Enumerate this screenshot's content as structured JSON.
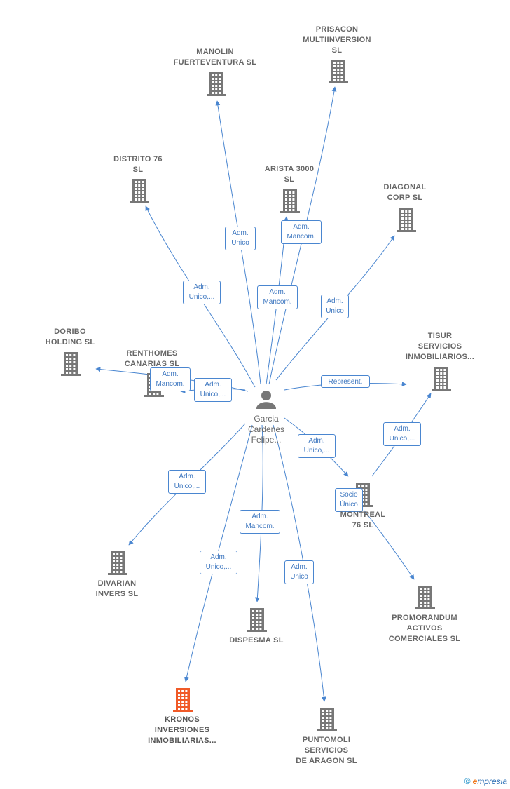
{
  "colors": {
    "edge": "#4a86d0",
    "node": "#777777",
    "highlight": "#f05a28",
    "label_text": "#666666"
  },
  "person": {
    "name": "Garcia\nCardenes\nFelipe...",
    "icon": "person-icon"
  },
  "companies": [
    {
      "id": "manolin",
      "label": "MANOLIN\nFUERTEVENTURA SL",
      "icon": "building-icon"
    },
    {
      "id": "prisacon",
      "label": "PRISACON\nMULTIINVERSION\nSL",
      "icon": "building-icon"
    },
    {
      "id": "distrito76",
      "label": "DISTRITO 76\nSL",
      "icon": "building-icon"
    },
    {
      "id": "arista3000",
      "label": "ARISTA 3000\nSL",
      "icon": "building-icon"
    },
    {
      "id": "diagonal",
      "label": "DIAGONAL\nCORP  SL",
      "icon": "building-icon"
    },
    {
      "id": "doribo",
      "label": "DORIBO\nHOLDING  SL",
      "icon": "building-icon"
    },
    {
      "id": "renthomes",
      "label": "RENTHOMES\nCANARIAS  SL",
      "icon": "building-icon"
    },
    {
      "id": "tisur",
      "label": "TISUR\nSERVICIOS\nINMOBILIARIOS...",
      "icon": "building-icon"
    },
    {
      "id": "montreal",
      "label": "MONTREAL\n76  SL",
      "icon": "building-icon"
    },
    {
      "id": "divarian",
      "label": "DIVARIAN\nINVERS  SL",
      "icon": "building-icon"
    },
    {
      "id": "dispesma",
      "label": "DISPESMA SL",
      "icon": "building-icon"
    },
    {
      "id": "promorandum",
      "label": "PROMORANDUM\nACTIVOS\nCOMERCIALES SL",
      "icon": "building-icon"
    },
    {
      "id": "kronos",
      "label": "KRONOS\nINVERSIONES\nINMOBILIARIAS...",
      "icon": "building-icon",
      "highlight": true
    },
    {
      "id": "puntomoli",
      "label": "PUNTOMOLI\nSERVICIOS\nDE ARAGON SL",
      "icon": "building-icon"
    }
  ],
  "relations": [
    {
      "from": "person",
      "to": "manolin",
      "label": "Adm.\nUnico"
    },
    {
      "from": "person",
      "to": "prisacon",
      "label": "Adm.\nMancom."
    },
    {
      "from": "person",
      "to": "distrito76",
      "label": "Adm.\nUnico,..."
    },
    {
      "from": "person",
      "to": "arista3000",
      "label": "Adm.\nMancom."
    },
    {
      "from": "person",
      "to": "diagonal",
      "label": "Adm.\nUnico"
    },
    {
      "from": "person",
      "to": "doribo",
      "label": "Adm.\nMancom."
    },
    {
      "from": "person",
      "to": "renthomes",
      "label": "Adm.\nUnico,..."
    },
    {
      "from": "person",
      "to": "tisur",
      "label": "Represent."
    },
    {
      "from": "person",
      "to": "montreal",
      "label": "Adm.\nUnico,..."
    },
    {
      "from": "montreal",
      "to": "tisur",
      "label": "Adm.\nUnico,..."
    },
    {
      "from": "montreal",
      "to": "promorandum",
      "label": "Socio\nÚnico"
    },
    {
      "from": "person",
      "to": "divarian",
      "label": "Adm.\nUnico,..."
    },
    {
      "from": "person",
      "to": "dispesma",
      "label": "Adm.\nMancom."
    },
    {
      "from": "person",
      "to": "kronos",
      "label": "Adm.\nUnico,..."
    },
    {
      "from": "person",
      "to": "puntomoli",
      "label": "Adm.\nUnico"
    }
  ],
  "footer": {
    "copyright": "©",
    "brand_initial": "e",
    "brand_rest": "mpresia"
  }
}
